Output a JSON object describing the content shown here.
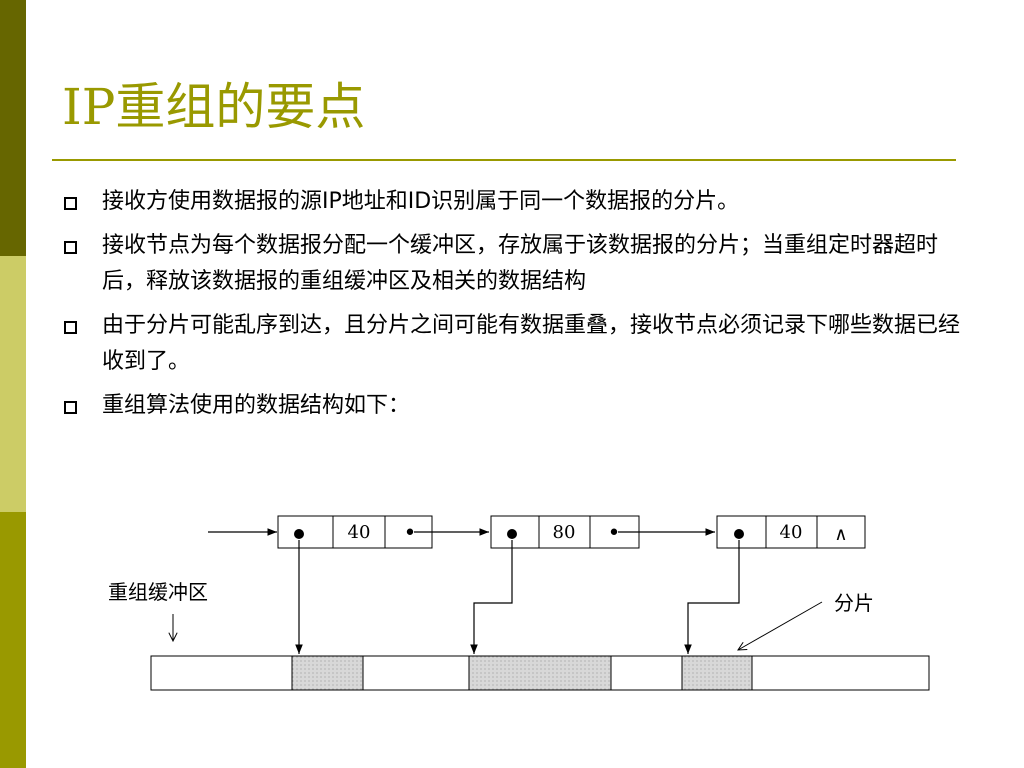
{
  "slide": {
    "title": "IP重组的要点",
    "bullets": [
      "接收方使用数据报的源IP地址和ID识别属于同一个数据报的分片。",
      "接收节点为每个数据报分配一个缓冲区，存放属于该数据报的分片；当重组定时器超时后，释放该数据报的重组缓冲区及相关的数据结构",
      "由于分片可能乱序到达，且分片之间可能有数据重叠，接收节点必须记录下哪些数据已经收到了。",
      "重组算法使用的数据结构如下："
    ]
  },
  "diagram": {
    "nodes": [
      {
        "value": "40",
        "next": "•"
      },
      {
        "value": "80",
        "next": "•"
      },
      {
        "value": "40",
        "next": "∧"
      }
    ],
    "buffer_label": "重组缓冲区",
    "fragment_label": "分片"
  },
  "colors": {
    "accent": "#999900",
    "bar_dark": "#666600",
    "bar_light": "#cccc66",
    "fragment_fill": "#d8d8d8"
  }
}
